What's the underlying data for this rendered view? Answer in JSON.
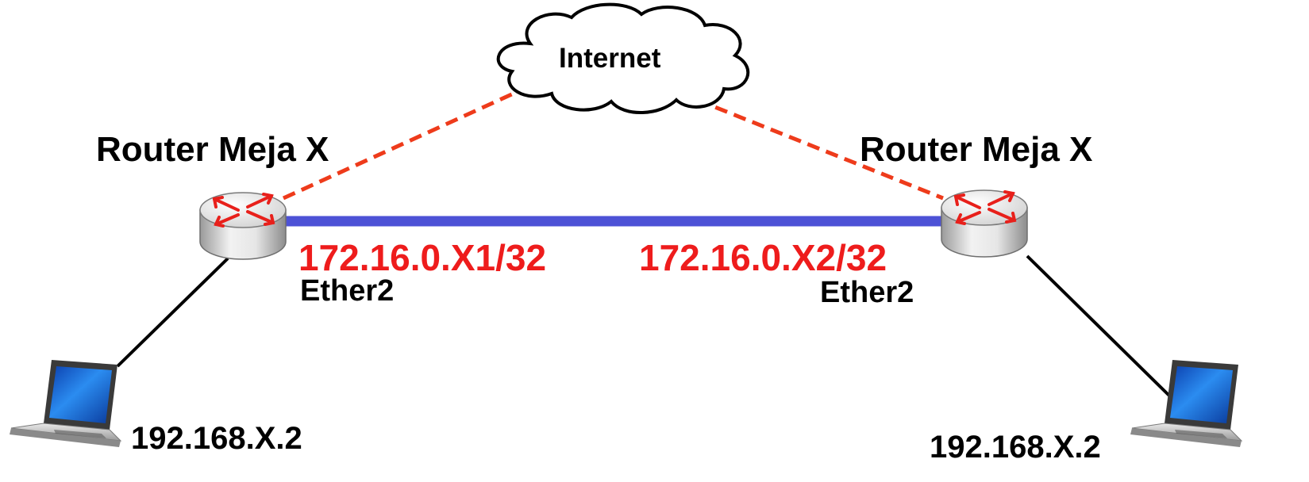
{
  "cloud": {
    "label": "Internet"
  },
  "routers": [
    {
      "name": "Router Meja X",
      "ip": "172.16.0.X1/32",
      "interface": "Ether2"
    },
    {
      "name": "Router Meja X",
      "ip": "172.16.0.X2/32",
      "interface": "Ether2"
    }
  ],
  "hosts": [
    {
      "ip": "192.168.X.2"
    },
    {
      "ip": "192.168.X.2"
    }
  ],
  "colors": {
    "wan_link": "#ee3b1b",
    "p2p_link": "#4d52d6",
    "lan_link": "#000000",
    "ip_text": "#ee1c1c",
    "router_arrow": "#e8201b"
  },
  "icons": {
    "cloud": "cloud-icon",
    "router": "router-icon",
    "laptop": "laptop-icon"
  }
}
